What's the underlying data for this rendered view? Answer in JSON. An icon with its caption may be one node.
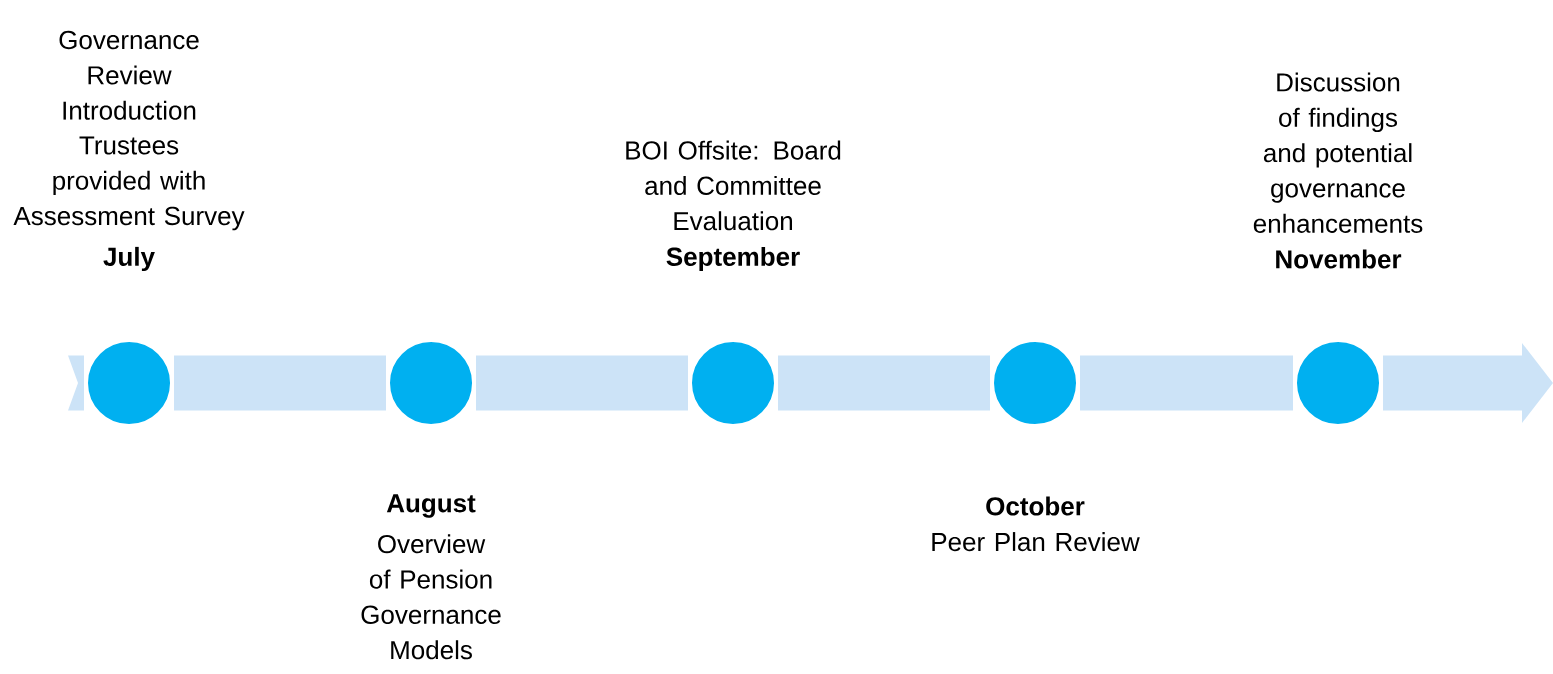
{
  "diagram": {
    "nodes": [
      {
        "text": [],
        "shape": "circle",
        "beside": [
          "Governance Review Introduction",
          "Trustees provided with Assessment Survey",
          "July"
        ]
      },
      {
        "text": [],
        "shape": "circle",
        "beside": [
          "August",
          "Overview of Pension Governance Models"
        ]
      },
      {
        "text": [],
        "shape": "circle",
        "beside": [
          "BOI Offsite: Board and Committee Evaluation",
          "September"
        ]
      },
      {
        "text": [],
        "shape": "circle",
        "beside": [
          "October",
          "Peer Plan Review"
        ]
      },
      {
        "text": [],
        "shape": "circle",
        "beside": [
          "Discussion of findings and potential governance enhancements",
          "November"
        ]
      }
    ],
    "edges": [
      {
        "from": 0,
        "to": 1,
        "arrow": "none"
      },
      {
        "from": 1,
        "to": 2,
        "arrow": "none"
      },
      {
        "from": 2,
        "to": 3,
        "arrow": "none"
      },
      {
        "from": 3,
        "to": 4,
        "arrow": "none"
      },
      {
        "from": 4,
        "to": null,
        "arrow": "to"
      }
    ]
  }
}
